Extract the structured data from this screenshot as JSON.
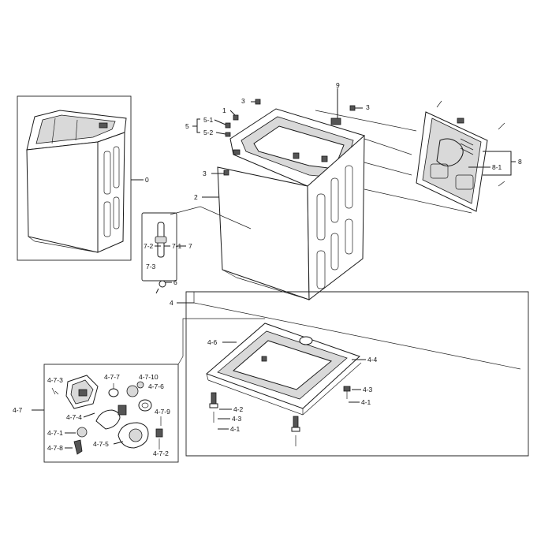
{
  "labels": {
    "l0": "0",
    "l1": "1",
    "l2": "2",
    "l3a": "3",
    "l3b": "3",
    "l3c": "3",
    "l4": "4",
    "l5": "5",
    "l5_1": "5-1",
    "l5_2": "5-2",
    "l6": "6",
    "l7": "7",
    "l7_1": "7-1",
    "l7_2": "7-2",
    "l7_3": "7-3",
    "l8": "8",
    "l8_1": "8-1",
    "l9": "9",
    "l4_1a": "4-1",
    "l4_1b": "4-1",
    "l4_2": "4-2",
    "l4_3a": "4-3",
    "l4_3b": "4-3",
    "l4_4": "4-4",
    "l4_6": "4-6",
    "l4_7": "4-7",
    "l4_7_1": "4-7-1",
    "l4_7_2": "4-7-2",
    "l4_7_3": "4-7-3",
    "l4_7_4": "4-7-4",
    "l4_7_5": "4-7-5",
    "l4_7_6": "4-7-6",
    "l4_7_7": "4-7-7",
    "l4_7_8": "4-7-8",
    "l4_7_9": "4-7-9",
    "l4_7_10": "4-7-10"
  }
}
